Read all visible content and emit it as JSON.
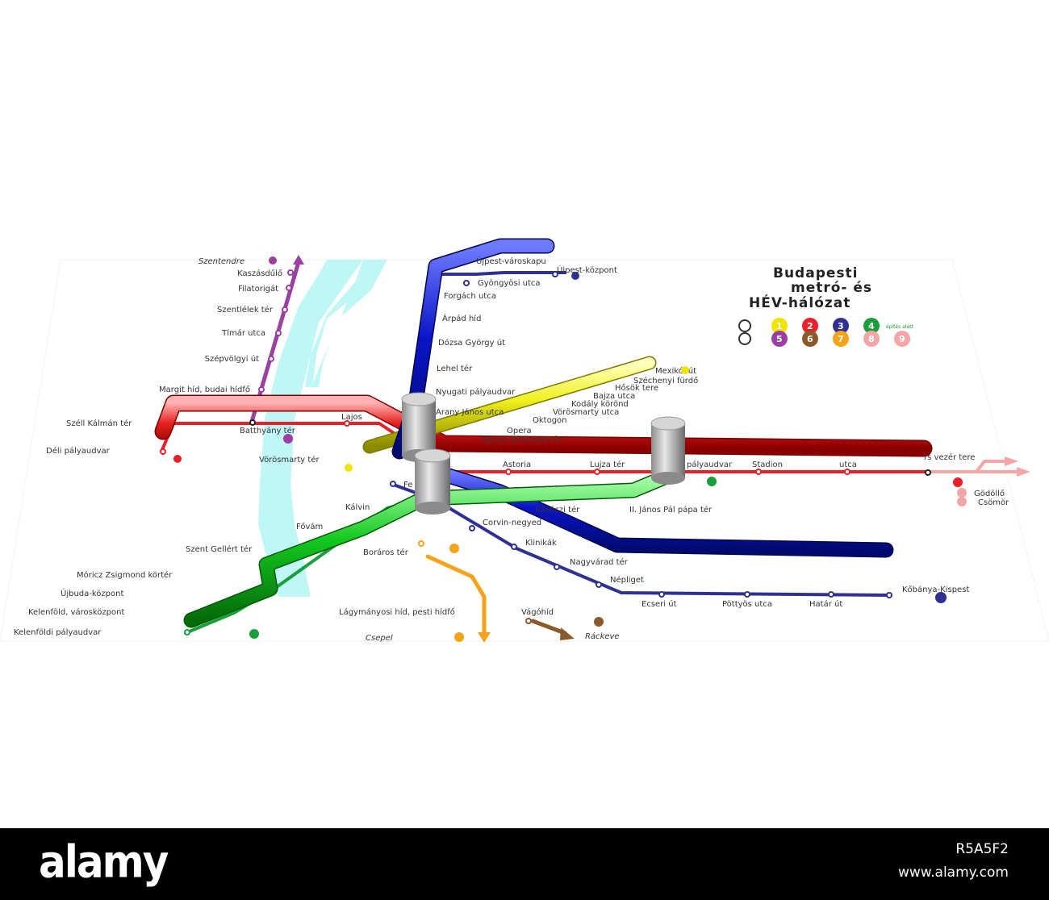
{
  "map": {
    "title_lines": [
      "Budapesti",
      "metró- és",
      "HÉV-hálózat"
    ],
    "legend": {
      "metro_lines": [
        "1",
        "2",
        "3",
        "4"
      ],
      "hev_lines": [
        "5",
        "6",
        "7",
        "8",
        "9"
      ],
      "note": "építés alatt"
    },
    "colors": {
      "m1": "#f2e300",
      "m2": "#e8202a",
      "m3": "#2e3192",
      "m4": "#1a9e3a",
      "h5": "#9b3fa2",
      "h6": "#8b5a2b",
      "h7": "#f7a21b",
      "h8": "#f4a6a6",
      "h9": "#f4a6a6",
      "river": "#bff7f7",
      "tube_blue": "#0a14c8",
      "tube_red": "#e61e1e",
      "tube_green": "#12c81e",
      "tube_yellow": "#f0f01e"
    },
    "stations": {
      "h5": [
        "Szentendre",
        "Kaszásdűlő",
        "Filatorigát",
        "Szentlélek tér",
        "Tímár utca",
        "Szépvölgyi út",
        "Margit híd, budai hídfő",
        "Batthyány tér"
      ],
      "m2": [
        "Széll Kálmán tér",
        "Déli pályaudvar",
        "Lajos",
        "Astoria",
        "Lujza tér",
        "pályaudvar",
        "Stadion",
        "utca",
        "rs vezér tere"
      ],
      "m3": [
        "Újpest-városkapu",
        "Újpest-központ",
        "Gyöngyösi utca",
        "Forgách utca",
        "Árpád híd",
        "Dózsa György út",
        "Lehel tér",
        "Nyugati pályaudvar",
        "Arany János utca",
        "Fe",
        "Kálvin",
        "Corvin-negyed",
        "Klinikák",
        "Nagyvárad tér",
        "Népliget",
        "Ecseri út",
        "Pöttyös utca",
        "Határ út",
        "Kőbánya-Kispest"
      ],
      "m1": [
        "Mexikói út",
        "Széchenyi fürdő",
        "Hősök tere",
        "Bajza utca",
        "Kodály körönd",
        "Vörösmarty utca",
        "Oktogon",
        "Opera",
        "Bajcsy-Zsilinszky út",
        "Vörösmarty tér"
      ],
      "m4": [
        "Kelenföldi pályaudvar",
        "Kelenföld, városközpont",
        "Újbuda-központ",
        "Móricz Zsigmond körtér",
        "Szent Gellért tér",
        "Fővám",
        "Rákóczi tér",
        "II. János Pál pápa tér"
      ],
      "h7": [
        "Boráros tér",
        "Lágymányosi híd, pesti hídfő",
        "Csepel"
      ],
      "h6": [
        "Vágóhíd",
        "Ráckeve"
      ],
      "h8_h9": [
        "Gödöllő",
        "Csömör"
      ]
    }
  },
  "footer": {
    "brand": "alamy",
    "image_id": "R5A5F2",
    "site": "www.alamy.com"
  }
}
